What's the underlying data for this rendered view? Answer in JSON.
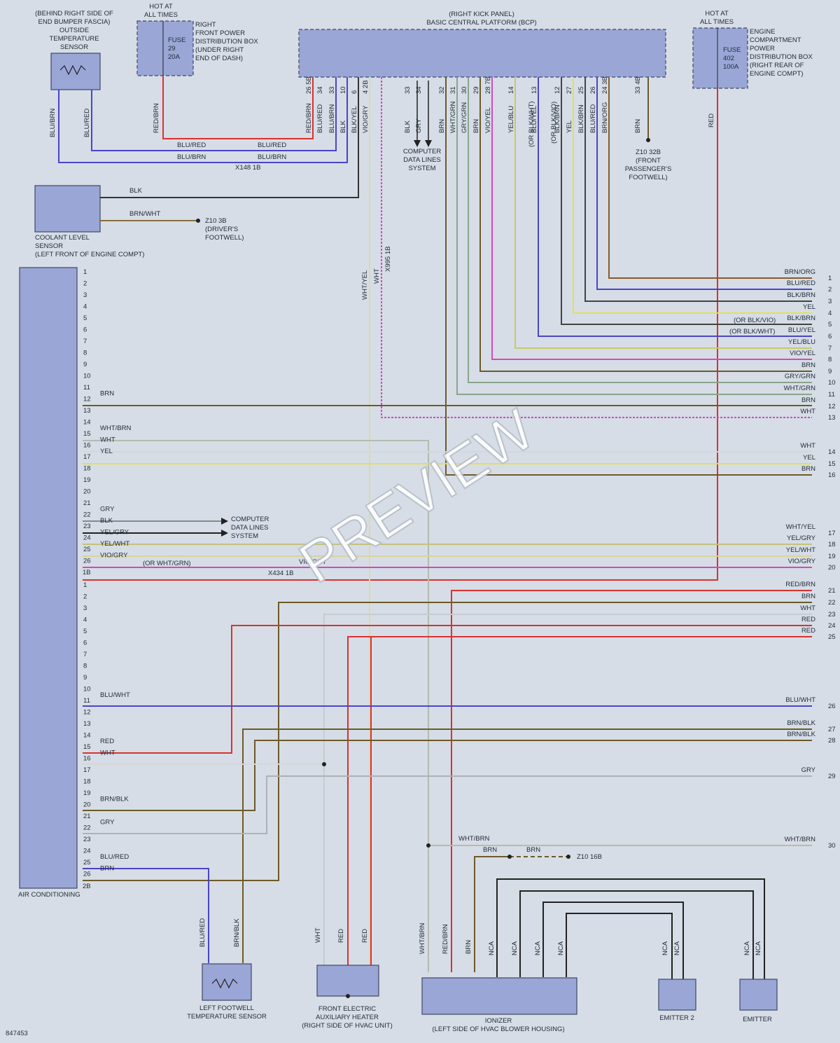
{
  "modules": {
    "bcp": {
      "label_1": "(RIGHT KICK PANEL)",
      "label_2": "BASIC CENTRAL PLATFORM (BCP)"
    },
    "fuse29": {
      "hot_1": "HOT AT",
      "hot_2": "ALL TIMES",
      "fuse": "FUSE",
      "num": "29",
      "amp": "20A",
      "desc": [
        "RIGHT",
        "FRONT POWER",
        "DISTRIBUTION BOX",
        "(UNDER RIGHT",
        "END OF DASH)"
      ]
    },
    "fuse402": {
      "hot_1": "HOT AT",
      "hot_2": "ALL TIMES",
      "fuse": "FUSE",
      "num": "402",
      "amp": "100A",
      "desc": [
        "ENGINE",
        "COMPARTMENT",
        "POWER",
        "DISTRIBUTION BOX",
        "(RIGHT REAR OF",
        "ENGINE COMPT)"
      ]
    },
    "outside_temp": {
      "lines": [
        "(BEHIND RIGHT SIDE OF",
        "END BUMPER FASCIA)",
        "OUTSIDE",
        "TEMPERATURE",
        "SENSOR"
      ]
    },
    "coolant": {
      "lines": [
        "COOLANT LEVEL",
        "SENSOR",
        "(LEFT FRONT OF ENGINE COMPT)"
      ]
    },
    "ac": {
      "label": "AIR CONDITIONING",
      "conn_a": "1B",
      "conn_b": "2B"
    },
    "footwell_sensor": {
      "lines": [
        "LEFT FOOTWELL",
        "TEMPERATURE SENSOR"
      ]
    },
    "heater": {
      "lines": [
        "FRONT ELECTRIC",
        "AUXILIARY HEATER",
        "(RIGHT SIDE OF HVAC UNIT)"
      ]
    },
    "ionizer": {
      "lines": [
        "IONIZER",
        "(LEFT SIDE OF HVAC BLOWER HOUSING)"
      ]
    },
    "emitter2": {
      "label": "EMITTER 2"
    },
    "emitter": {
      "label": "EMITTER"
    }
  },
  "computer_data_lines": [
    "COMPUTER",
    "DATA LINES",
    "SYSTEM"
  ],
  "grounds": {
    "z10_32b": [
      "Z10 32B",
      "(FRONT",
      "PASSENGER'S",
      "FOOTWELL)"
    ],
    "z10_3b": [
      "Z10 3B",
      "(DRIVER'S",
      "FOOTWELL)"
    ],
    "z10_16b": "Z10 16B"
  },
  "connectors": {
    "x148": "X148 1B",
    "x995": "X995 1B",
    "x434": "X434 1B"
  },
  "bcp_pins": [
    {
      "pin": "26",
      "conn": "5B",
      "color": "RED/BRN"
    },
    {
      "pin": "34",
      "conn": "",
      "color": "BLU/RED"
    },
    {
      "pin": "33",
      "conn": "",
      "color": "BLU/BRN"
    },
    {
      "pin": "10",
      "conn": "",
      "color": "BLK"
    },
    {
      "pin": "6",
      "conn": "",
      "color": "BLK/YEL"
    },
    {
      "pin": "4",
      "conn": "2B",
      "color": "VIO/GRY"
    },
    {
      "pin": "33",
      "conn": "",
      "color": "BLK"
    },
    {
      "pin": "34",
      "conn": "",
      "color": "GRY"
    },
    {
      "pin": "32",
      "conn": "",
      "color": "BRN"
    },
    {
      "pin": "31",
      "conn": "",
      "color": "WHT/GRN"
    },
    {
      "pin": "30",
      "conn": "",
      "color": "GRY/GRN"
    },
    {
      "pin": "29",
      "conn": "",
      "color": "BRN"
    },
    {
      "pin": "28",
      "conn": "7B",
      "color": "VIO/YEL"
    },
    {
      "pin": "14",
      "conn": "",
      "color": "YEL/BLU"
    },
    {
      "pin": "13",
      "conn": "",
      "color": "BLU/YEL"
    },
    {
      "pin": "12",
      "conn": "",
      "color": "BLK/BRN"
    },
    {
      "pin": "27",
      "conn": "",
      "color": "YEL"
    },
    {
      "pin": "25",
      "conn": "",
      "color": "BLK/BRN"
    },
    {
      "pin": "26",
      "conn": "",
      "color": "BLU/RED"
    },
    {
      "pin": "24",
      "conn": "3B",
      "color": "BRN/ORG"
    },
    {
      "pin": "33",
      "conn": "4B",
      "color": "BRN"
    }
  ],
  "bcp_alt_labels": [
    "(OR BLK/WHT)",
    "(OR BLK/VIO)"
  ],
  "right_refs": [
    {
      "ref": "1",
      "label": "BRN/ORG"
    },
    {
      "ref": "2",
      "label": "BLU/RED"
    },
    {
      "ref": "3",
      "label": "BLK/BRN"
    },
    {
      "ref": "4",
      "label": "YEL"
    },
    {
      "ref": "5",
      "label": "BLK/BRN"
    },
    {
      "ref": "6",
      "label": "BLU/YEL"
    },
    {
      "ref": "7",
      "label": "YEL/BLU"
    },
    {
      "ref": "8",
      "label": "VIO/YEL"
    },
    {
      "ref": "9",
      "label": "BRN"
    },
    {
      "ref": "10",
      "label": "GRY/GRN"
    },
    {
      "ref": "11",
      "label": "WHT/GRN"
    },
    {
      "ref": "12",
      "label": "BRN"
    },
    {
      "ref": "13",
      "label": "WHT"
    },
    {
      "ref": "14",
      "label": "WHT"
    },
    {
      "ref": "15",
      "label": "YEL"
    },
    {
      "ref": "16",
      "label": "BRN"
    },
    {
      "ref": "17",
      "label": "WHT/YEL"
    },
    {
      "ref": "18",
      "label": "YEL/GRY"
    },
    {
      "ref": "19",
      "label": "YEL/WHT"
    },
    {
      "ref": "20",
      "label": "VIO/GRY"
    },
    {
      "ref": "21",
      "label": "RED/BRN"
    },
    {
      "ref": "22",
      "label": "BRN"
    },
    {
      "ref": "23",
      "label": "WHT"
    },
    {
      "ref": "24",
      "label": "RED"
    },
    {
      "ref": "25",
      "label": "RED"
    },
    {
      "ref": "26",
      "label": "BLU/WHT"
    },
    {
      "ref": "27",
      "label": "BRN/BLK"
    },
    {
      "ref": "28",
      "label": "BRN/BLK"
    },
    {
      "ref": "29",
      "label": "GRY"
    },
    {
      "ref": "30",
      "label": "WHT/BRN"
    }
  ],
  "right_alt_labels": [
    "(OR BLK/VIO)",
    "(OR BLK/WHT)"
  ],
  "ac_pins_1b": [
    {
      "pin": "12",
      "label": "BRN"
    },
    {
      "pin": "15",
      "label": "WHT/BRN"
    },
    {
      "pin": "16",
      "label": "WHT"
    },
    {
      "pin": "17",
      "label": "YEL"
    },
    {
      "pin": "22",
      "label": "GRY"
    },
    {
      "pin": "23",
      "label": "BLK"
    },
    {
      "pin": "24",
      "label": "YEL/GRY"
    },
    {
      "pin": "25",
      "label": "YEL/WHT"
    },
    {
      "pin": "26",
      "label": "VIO/GRY"
    }
  ],
  "ac_pins_2b": [
    {
      "pin": "11",
      "label": "BLU/WHT"
    },
    {
      "pin": "15",
      "label": "RED"
    },
    {
      "pin": "16",
      "label": "WHT"
    },
    {
      "pin": "20",
      "label": "BRN/BLK"
    },
    {
      "pin": "22",
      "label": "GRY"
    },
    {
      "pin": "25",
      "label": "BLU/RED"
    },
    {
      "pin": "26",
      "label": "BRN"
    }
  ],
  "wire_labels": {
    "blu_red": "BLU/RED",
    "blu_brn": "BLU/BRN",
    "red_brn": "RED/BRN",
    "blk": "BLK",
    "brn_wht": "BRN/WHT",
    "wht_yel": "WHT/YEL",
    "wht": "WHT",
    "red": "RED",
    "vio_gry": "VIO/GRY",
    "or_wht_grn": "(OR WHT/GRN)",
    "wht_brn": "WHT/BRN",
    "brn": "BRN",
    "nca": "NCA",
    "gry": "GRY",
    "blk_yel": "BLK/YEL"
  },
  "watermark": "PREVIEW",
  "figure_id": "847453",
  "colors": {
    "red": "#d9322f",
    "blue": "#4a45c9",
    "brown": "#6e5a2a",
    "yellow": "#e6e04a",
    "gray": "#aeb2b6",
    "white": "#e8ecef",
    "violet": "#d04ac2",
    "black": "#222222",
    "green_gray": "#8aa48a",
    "brnorg": "#8a5a2a"
  }
}
